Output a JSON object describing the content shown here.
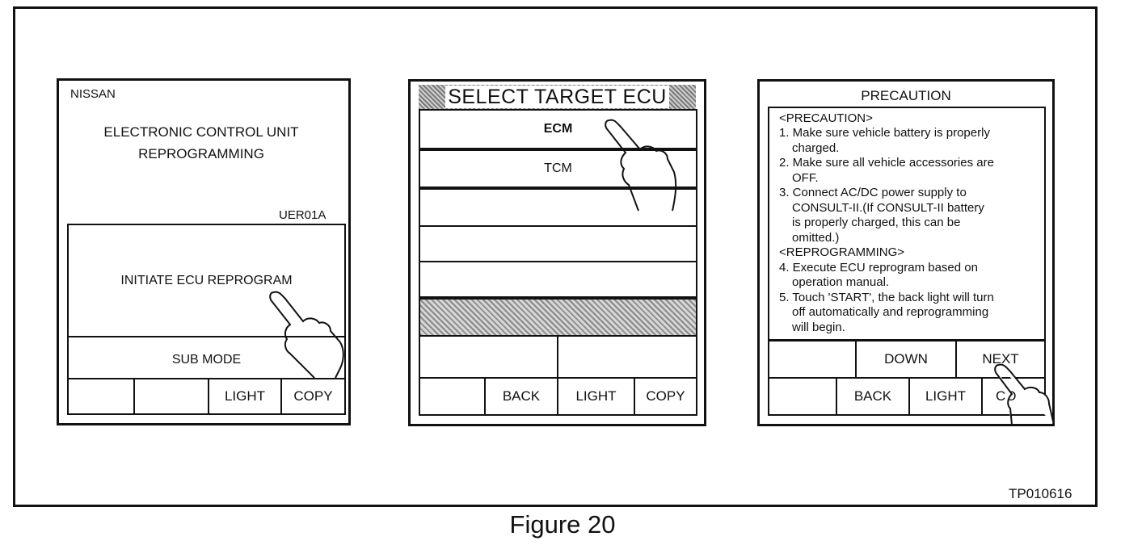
{
  "screen1": {
    "brand": "NISSAN",
    "title_line1": "ELECTRONIC CONTROL UNIT",
    "title_line2": "REPROGRAMMING",
    "code": "UER01A",
    "initiate_label": "INITIATE ECU REPROGRAM",
    "sub_mode_label": "SUB MODE",
    "light_label": "LIGHT",
    "copy_label": "COPY"
  },
  "screen2": {
    "header": "SELECT TARGET ECU",
    "items": [
      "ECM",
      "TCM",
      "",
      "",
      ""
    ],
    "back_label": "BACK",
    "light_label": "LIGHT",
    "copy_label": "COPY"
  },
  "screen3": {
    "title": "PRECAUTION",
    "lines": [
      "<PRECAUTION>",
      "1. Make sure vehicle battery is properly",
      "    charged.",
      "2. Make sure all vehicle accessories are",
      "    OFF.",
      "3. Connect AC/DC power supply to",
      "    CONSULT-II.(If CONSULT-II battery",
      "    is properly charged, this can be",
      "    omitted.)",
      "<REPROGRAMMING>",
      "4. Execute ECU reprogram based on",
      "    operation manual.",
      "5. Touch 'START', the back light will turn",
      "    off automatically and reprogramming",
      "    will begin."
    ],
    "down_label": "DOWN",
    "next_label": "NEXT",
    "back_label": "BACK",
    "light_label": "LIGHT",
    "copy_label": "CO"
  },
  "figure_id": "TP010616",
  "caption": "Figure 20"
}
